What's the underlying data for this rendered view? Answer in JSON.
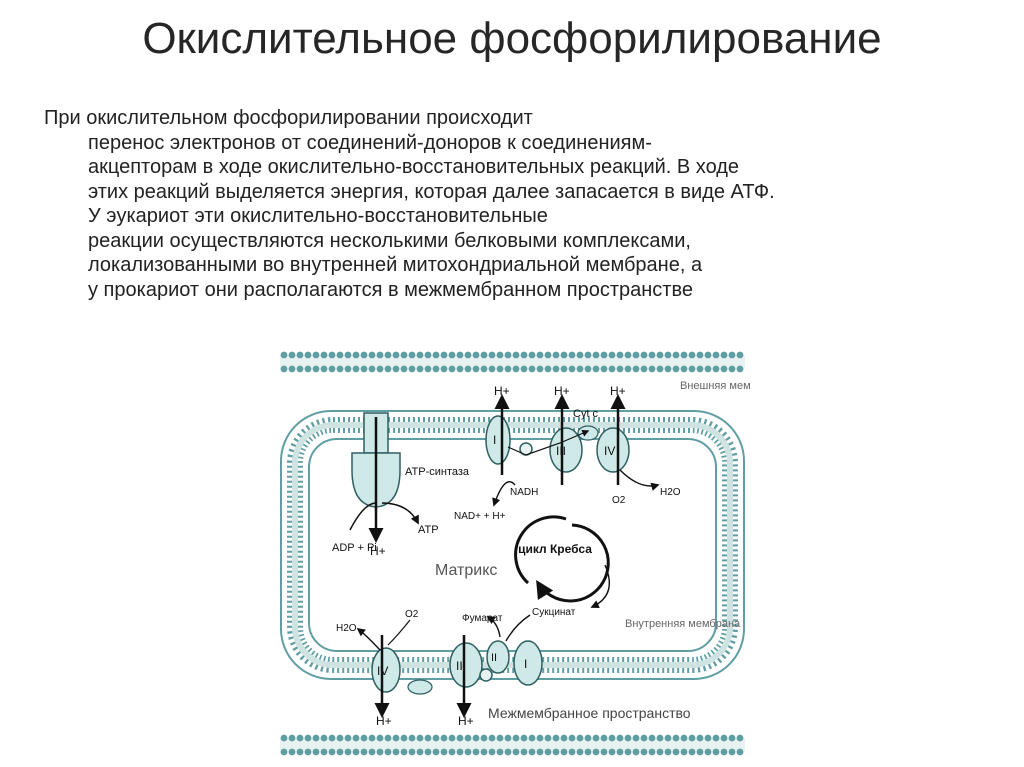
{
  "slide": {
    "title": "Окислительное фосфорилирование",
    "paragraph_lines": [
      "При окислительном фосфорилировании происходит",
      "перенос электронов от соединений-доноров к соединениям-",
      "акцепторам в ходе окислительно-восстановительных реакций. В ходе",
      "этих реакций выделяется энергия, которая далее запасается в виде АТФ.",
      "У эукариот эти окислительно-восстановительные",
      "реакции осуществляются несколькими белковыми комплексами,",
      "локализованными во внутренней митохондриальной мембране, а",
      "у прокариот они располагаются в межмембранном пространстве"
    ]
  },
  "diagram": {
    "outer_membrane": "Внешняя мембрана",
    "inner_membrane": "Внутренняя мембрана",
    "matrix": "Матрикс",
    "intermembrane_space": "Межмембранное пространство",
    "krebs": "цикл Кребса",
    "atp_synthase": "ATP-синтаза",
    "atp": "ATP",
    "adp_pi": "ADP + Pi",
    "proton": "H+",
    "nadh": "NADH",
    "nad": "NAD+ + H+",
    "cyt_c": "Cyt c",
    "o2": "O2",
    "h2o": "H2O",
    "fumarate": "Фумарат",
    "succinate": "Сукцинат",
    "complex_1": "I",
    "complex_2": "II",
    "complex_3": "III",
    "complex_4": "IV",
    "colors": {
      "lipid_head": "#5f9ea3",
      "protein_fill": "#cfe8e8",
      "protein_stroke": "#2f5f61"
    }
  }
}
